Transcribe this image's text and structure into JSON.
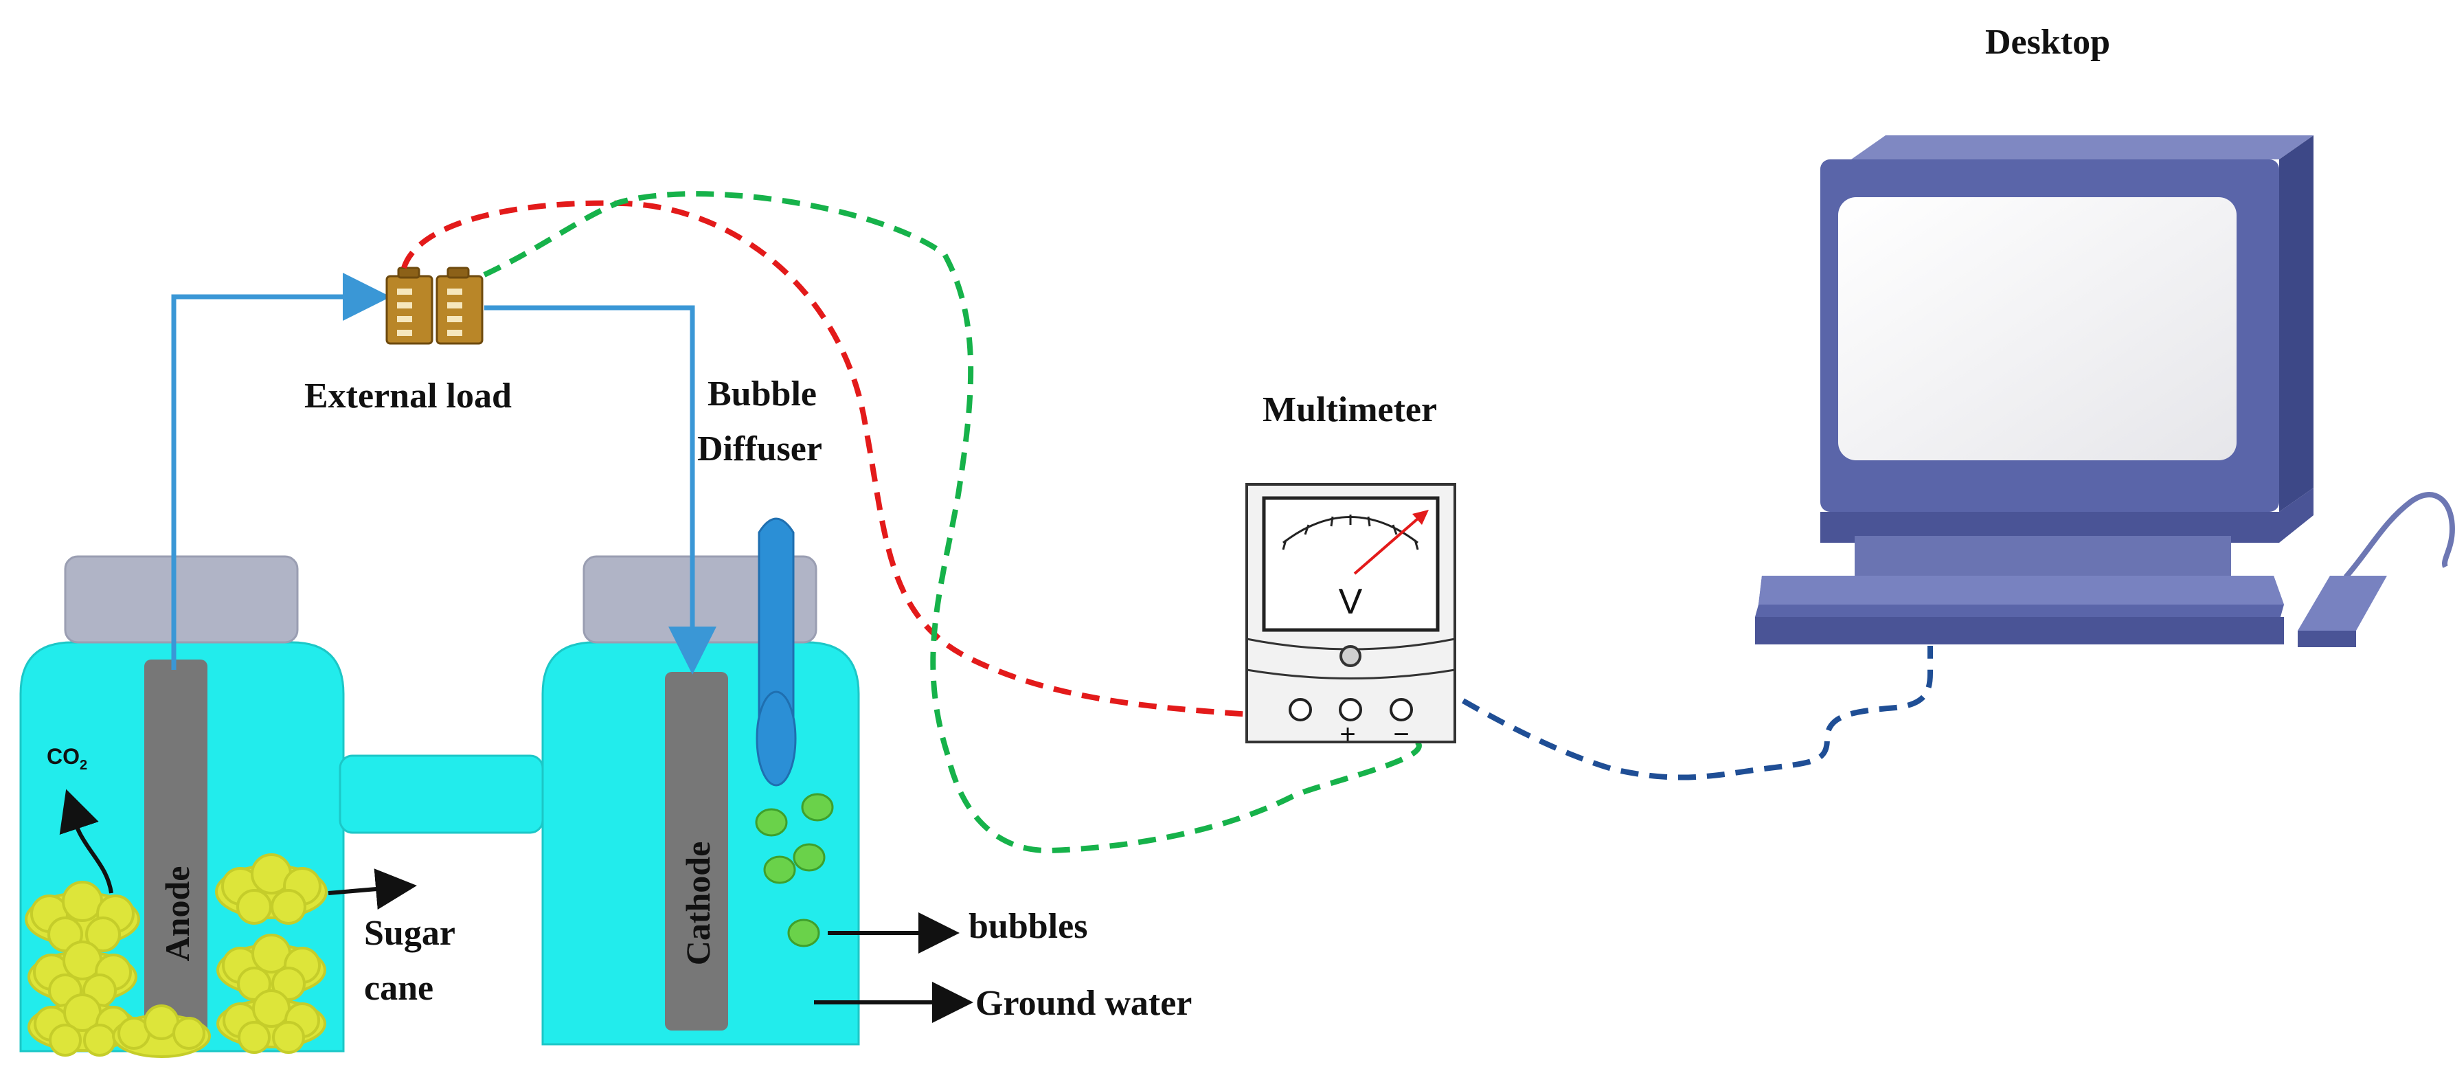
{
  "labels": {
    "desktop": "Desktop",
    "multimeter": "Multimeter",
    "external_load": "External load",
    "bubble": "Bubble",
    "diffuser": "Diffuser",
    "co2_main": "CO",
    "co2_sub": "2",
    "anode": "Anode",
    "cathode": "Cathode",
    "sugar": "Sugar",
    "cane": "cane",
    "bubbles": "bubbles",
    "ground_water": "Ground water",
    "meter_symbol": "V",
    "plus_sign": "+",
    "minus_sign": "−"
  },
  "colors": {
    "jar_water": "#22ecec",
    "jar_lid": "#b0b4c6",
    "electrode": "#777777",
    "wire_blue": "#3a97d6",
    "wire_red": "#e31a1a",
    "wire_green": "#16b24a",
    "wire_navy": "#1f4e95",
    "sugar_cane": "#dde53a",
    "bubble": "#6ad24a",
    "diffuser": "#2b8fd6",
    "computer": "#5a65a9",
    "screen": "#f4f4f4",
    "load": "#b98628"
  },
  "icons": {
    "external_load": "battery-icon",
    "meter": "voltmeter-icon",
    "computer": "desktop-computer-icon"
  }
}
